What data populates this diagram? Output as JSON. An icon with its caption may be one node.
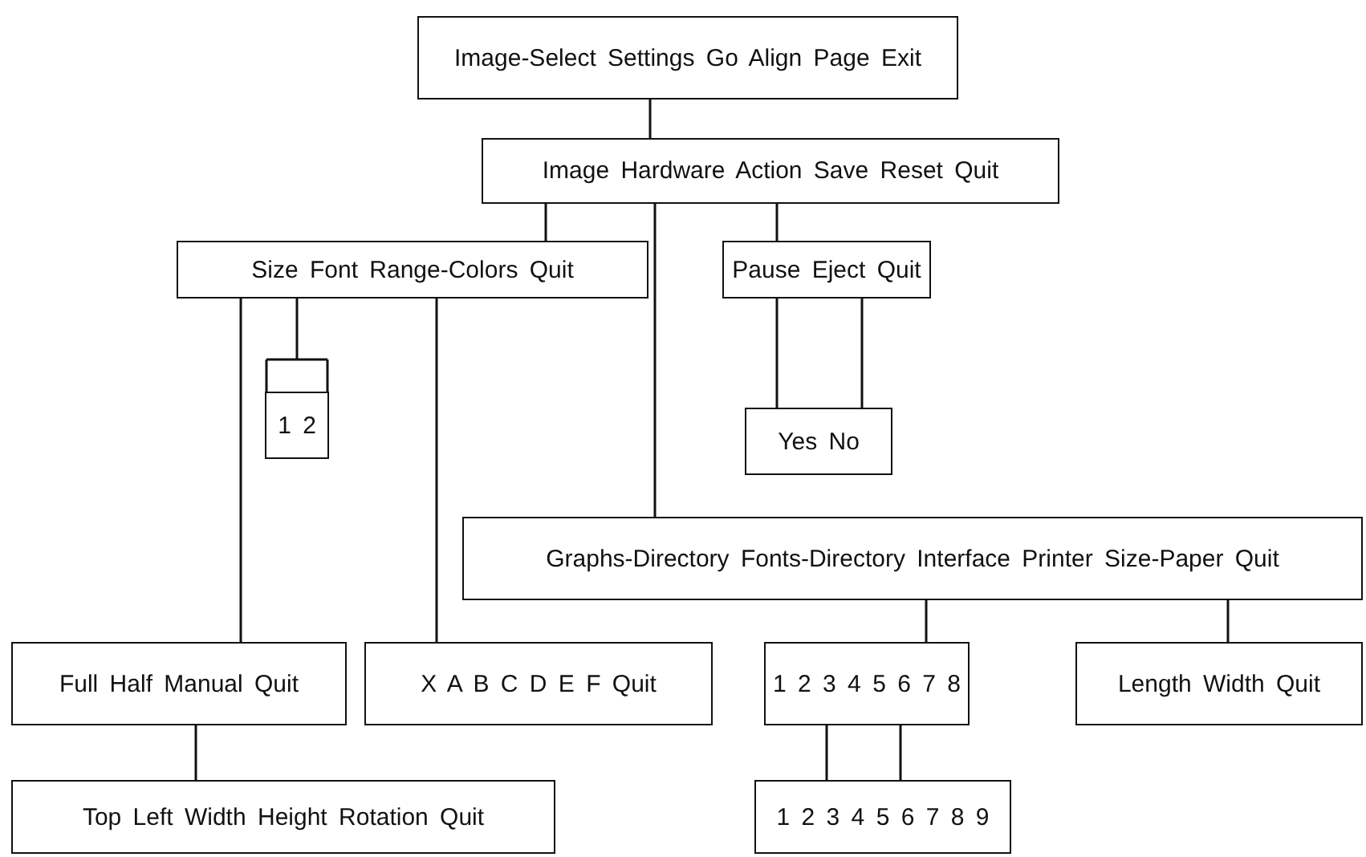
{
  "diagram": {
    "nodes": [
      {
        "text": [
          "Image-Select Settings Go Align Page Exit"
        ]
      },
      {
        "text": [
          "Image Hardware Action Save Reset Quit"
        ]
      },
      {
        "text": [
          "Size Font Range-Colors Quit"
        ]
      },
      {
        "text": [
          "Pause Eject Quit"
        ]
      },
      {
        "text": [
          "1 2"
        ]
      },
      {
        "text": [
          "Yes No"
        ]
      },
      {
        "text": [
          "Graphs-Directory Fonts-Directory Interface Printer Size-Paper Quit"
        ]
      },
      {
        "text": [
          "Full Half Manual Quit"
        ]
      },
      {
        "text": [
          "X A B C D E F Quit"
        ]
      },
      {
        "text": [
          "1 2 3 4 5 6 7 8"
        ]
      },
      {
        "text": [
          "Length Width Quit"
        ]
      },
      {
        "text": [
          "Top Left Width Height Rotation Quit"
        ]
      },
      {
        "text": [
          "1 2 3 4 5 6 7 8 9"
        ]
      }
    ],
    "edges": [
      {
        "from": 0,
        "to": 1,
        "arrow": "none"
      },
      {
        "from": 1,
        "to": 2,
        "arrow": "none"
      },
      {
        "from": 1,
        "to": 3,
        "arrow": "none"
      },
      {
        "from": 1,
        "to": 6,
        "arrow": "none"
      },
      {
        "from": 2,
        "to": 4,
        "arrow": "none"
      },
      {
        "from": 2,
        "to": 7,
        "arrow": "none"
      },
      {
        "from": 2,
        "to": 8,
        "arrow": "none"
      },
      {
        "from": 3,
        "to": 5,
        "arrow": "none"
      },
      {
        "from": 6,
        "to": 9,
        "arrow": "none"
      },
      {
        "from": 6,
        "to": 10,
        "arrow": "none"
      },
      {
        "from": 7,
        "to": 11,
        "arrow": "none"
      },
      {
        "from": 9,
        "to": 12,
        "arrow": "none"
      }
    ]
  }
}
